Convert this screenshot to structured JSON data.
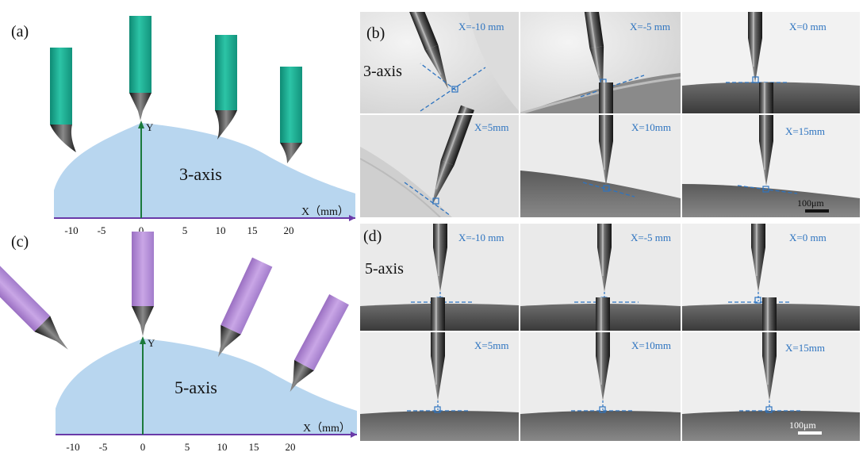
{
  "panels": {
    "a": {
      "label": "(a)",
      "surface_label": "3-axis",
      "y_axis_label": "Y",
      "x_axis_label": "X（mm）",
      "x_ticks": [
        "-10",
        "-5",
        "0",
        "5",
        "10",
        "15",
        "20"
      ]
    },
    "b": {
      "label": "(b)",
      "mode_label": "3-axis",
      "frames": [
        "X=-10 mm",
        "X=-5 mm",
        "X=0 mm",
        "X=5mm",
        "X=10mm",
        "X=15mm"
      ],
      "scale_bar": "100μm"
    },
    "c": {
      "label": "(c)",
      "surface_label": "5-axis",
      "y_axis_label": "Y",
      "x_axis_label": "X（mm）",
      "x_ticks": [
        "-10",
        "-5",
        "0",
        "5",
        "10",
        "15",
        "20"
      ]
    },
    "d": {
      "label": "(d)",
      "mode_label": "5-axis",
      "frames": [
        "X=-10 mm",
        "X=-5 mm",
        "X=0 mm",
        "X=5mm",
        "X=10mm",
        "X=15mm"
      ],
      "scale_bar": "100μm"
    }
  },
  "colors": {
    "surface": "#b8d6ef",
    "x_axis": "#6a3aa8",
    "y_axis": "#1b7a3c",
    "tool_3axis": "#1fae94",
    "tool_5axis": "#b48ad4",
    "annotation": "#2e74c0"
  }
}
